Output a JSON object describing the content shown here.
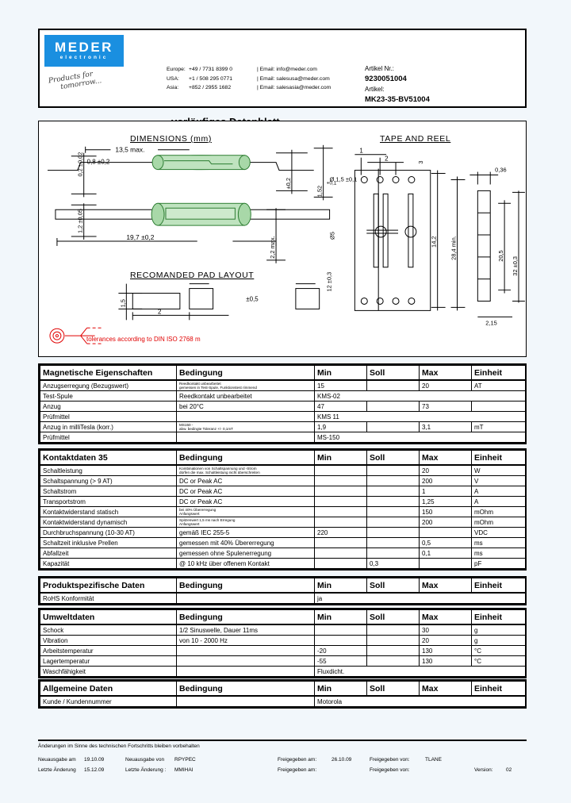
{
  "header": {
    "logo_main": "MEDER",
    "logo_sub": "electronic",
    "script_line1": "Products for",
    "script_line2": "tomorrow...",
    "contacts": [
      {
        "region": "Europe:",
        "phone": "+49 / 7731 8399 0",
        "email": "| Email: info@meder.com"
      },
      {
        "region": "USA:",
        "phone": "+1 / 508 295 0771",
        "email": "| Email: salesusa@meder.com"
      },
      {
        "region": "Asia:",
        "phone": "+852 / 2955 1682",
        "email": "| Email: salesasia@meder.com"
      }
    ],
    "article_nr_label": "Artikel Nr.:",
    "article_nr": "9230051004",
    "article_label": "Artikel:",
    "article": "MK23-35-BV51004",
    "document_title": "vorläufiges Datenblatt"
  },
  "drawing": {
    "dimensions_title": "DIMENSIONS (mm)",
    "tape_title": "TAPE AND REEL",
    "pad_title": "RECOMANDED PAD LAYOUT",
    "tolerance_note": "tolerances according to DIN ISO 2768 m",
    "labels": {
      "len_max": "13,5 max.",
      "lead_w": "0,8 ±0,2",
      "total_len": "19,7 ±0,2",
      "height_max": "2,2 max.",
      "thick": "0,2 ±0,02",
      "body_d": "1,2 ±0,05",
      "pitch_tol": "±0,2",
      "overall_h": "1,52",
      "pad_a": "1,5",
      "pad_b": "2",
      "pad_gap": "±0,5",
      "tape_1": "1",
      "tape_2": "2",
      "tape_3": "3",
      "tape_hole": "Ø 1,5 ±0,1",
      "tape_d": "Ø5",
      "tape_left": "12 ±0,3",
      "tape_142": "14,2",
      "tape_284": "28,4 min.",
      "reel_036": "0,36",
      "reel_205": "20,5",
      "reel_32": "32 ±0,3",
      "reel_215": "2,15"
    }
  },
  "tables": [
    {
      "name": "magnetische-eigenschaften",
      "headers": [
        "Magnetische Eigenschaften",
        "Bedingung",
        "Min",
        "Soll",
        "Max",
        "Einheit"
      ],
      "rows": [
        {
          "p": "Anzugserregung (Bezugswert)",
          "c": "Reedkontakt unbearbeitet",
          "c2": "gemessen in Test-Spule, Funktionstest rimmend",
          "min": "15",
          "soll": "",
          "max": "20",
          "unit": "AT"
        },
        {
          "p": "Test-Spule",
          "c": "Reedkontakt unbearbeitet",
          "span": "KMS-02"
        },
        {
          "p": "Anzug",
          "c": "bei 20°C",
          "min": "47",
          "soll": "",
          "max": "73",
          "unit": ""
        },
        {
          "p": "Prüfmittel",
          "c": "",
          "span": "KMS 11"
        },
        {
          "p": "Anzug in milliTesla (korr.)",
          "c": "MS150 -",
          "c2": "abw. bedingte Toleranz +/- 0,1mT",
          "min": "1,9",
          "soll": "",
          "max": "3,1",
          "unit": "mT"
        },
        {
          "p": "Prüfmittel",
          "c": "",
          "span": "MS-150"
        }
      ]
    },
    {
      "name": "kontaktdaten",
      "headers": [
        "Kontaktdaten  35",
        "Bedingung",
        "Min",
        "Soll",
        "Max",
        "Einheit"
      ],
      "rows": [
        {
          "p": "Schaltleistung",
          "c": "Kombinationen von Schaltspannung und -Strom",
          "c2": "dürfen die max. Schaltleistung nicht überschreiten",
          "min": "",
          "soll": "",
          "max": "20",
          "unit": "W"
        },
        {
          "p": "Schaltspannung (> 9 AT)",
          "c": "DC or Peak AC",
          "min": "",
          "soll": "",
          "max": "200",
          "unit": "V"
        },
        {
          "p": "Schaltstrom",
          "c": "DC or Peak AC",
          "min": "",
          "soll": "",
          "max": "1",
          "unit": "A"
        },
        {
          "p": "Transportstrom",
          "c": "DC or Peak AC",
          "min": "",
          "soll": "",
          "max": "1,25",
          "unit": "A"
        },
        {
          "p": "Kontaktwiderstand statisch",
          "c": "bei 40% Übererregung",
          "c2": "Anfangswert",
          "min": "",
          "soll": "",
          "max": "150",
          "unit": "mOhm"
        },
        {
          "p": "Kontaktwiderstand dynamisch",
          "c": "Spitzenwert 1,5 ms nach Erregung",
          "c2": "Anfangswert",
          "min": "",
          "soll": "",
          "max": "200",
          "unit": "mOhm"
        },
        {
          "p": "Durchbruchspannung (10-30 AT)",
          "c": "gemäß IEC 255-5",
          "min": "220",
          "soll": "",
          "max": "",
          "unit": "VDC"
        },
        {
          "p": "Schaltzeit inklusive Prellen",
          "c": "gemessen mit 40% Übererregung",
          "min": "",
          "soll": "",
          "max": "0,5",
          "unit": "ms"
        },
        {
          "p": "Abfallzeit",
          "c": "gemessen ohne Spulenerregung",
          "min": "",
          "soll": "",
          "max": "0,1",
          "unit": "ms"
        },
        {
          "p": "Kapazität",
          "c": "@ 10 kHz über offenem Kontakt",
          "min": "",
          "soll": "0,3",
          "max": "",
          "unit": "pF"
        }
      ]
    },
    {
      "name": "produktspezifische-daten",
      "headers": [
        "Produktspezifische Daten",
        "Bedingung",
        "Min",
        "Soll",
        "Max",
        "Einheit"
      ],
      "rows": [
        {
          "p": "RoHS Konformität",
          "c": "",
          "span": "ja"
        }
      ]
    },
    {
      "name": "umweltdaten",
      "headers": [
        "Umweltdaten",
        "Bedingung",
        "Min",
        "Soll",
        "Max",
        "Einheit"
      ],
      "rows": [
        {
          "p": "Schock",
          "c": "1/2 Sinuswelle, Dauer 11ms",
          "min": "",
          "soll": "",
          "max": "30",
          "unit": "g"
        },
        {
          "p": "Vibration",
          "c": "von  10 - 2000 Hz",
          "min": "",
          "soll": "",
          "max": "20",
          "unit": "g"
        },
        {
          "p": "Arbeitstemperatur",
          "c": "",
          "min": "-20",
          "soll": "",
          "max": "130",
          "unit": "°C"
        },
        {
          "p": "Lagertemperatur",
          "c": "",
          "min": "-55",
          "soll": "",
          "max": "130",
          "unit": "°C"
        },
        {
          "p": "Waschfähigkeit",
          "c": "",
          "span": "Fluxdicht."
        }
      ]
    },
    {
      "name": "allgemeine-daten",
      "headers": [
        "Allgemeine Daten",
        "Bedingung",
        "Min",
        "Soll",
        "Max",
        "Einheit"
      ],
      "rows": [
        {
          "p": "Kunde / Kundennummer",
          "c": "",
          "span": "Motorola"
        }
      ]
    }
  ],
  "footer": {
    "disclaimer": "Änderungen im Sinne des technischen Fortschritts bleiben vorbehalten",
    "neuausgabe_am_label": "Neuausgabe am",
    "neuausgabe_am": "19.10.09",
    "neuausgabe_von_label": "Neuausgabe von",
    "neuausgabe_von": "RPYPEC",
    "letzte_aenderung_label": "Letzte Änderung",
    "letzte_aenderung": "15.12.09",
    "letzte_aenderung_von_label": "Letzte Änderung :",
    "letzte_aenderung_von": "MMIHAI",
    "freigegeben_am_label": "Freigegeben am:",
    "freigegeben_am": "26.10.09",
    "freigegeben_von_label": "Freigegeben von:",
    "freigegeben_von": "TLANE",
    "freigegeben_am2_label": "Freigegeben am:",
    "freigegeben_am2": "",
    "freigegeben_von2_label": "Freigegeben von:",
    "freigegeben_von2": "",
    "version_label": "Version:",
    "version": "02"
  }
}
